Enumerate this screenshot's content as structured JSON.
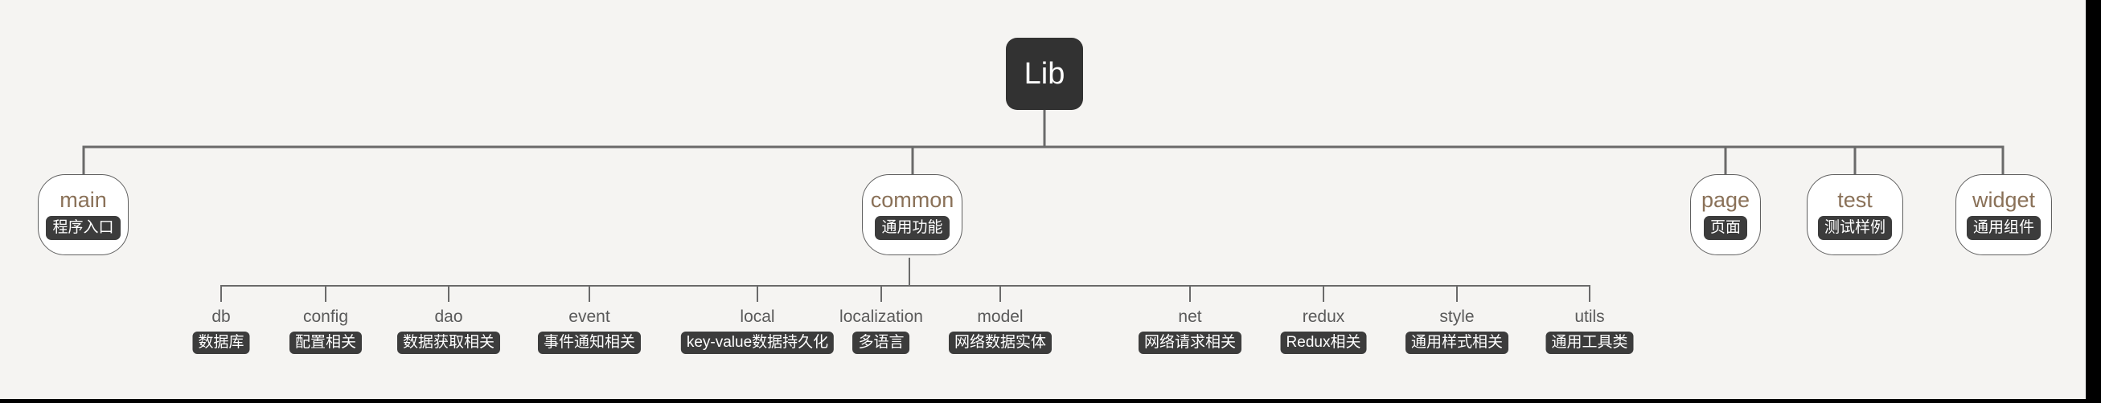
{
  "colors": {
    "background": "#f5f4f2",
    "connector": "#6a6a6a",
    "node_fill": "#ffffff",
    "node_border": "#606060",
    "node_label": "#8a7158",
    "child_label": "#5a5a5a",
    "badge_background": "#3c3c3c",
    "badge_text": "#ffffff",
    "root_background": "#323232",
    "root_text": "#fdfdfd"
  },
  "tree": {
    "root": {
      "label": "Lib"
    },
    "level1": [
      {
        "label": "main",
        "badge": "程序入口"
      },
      {
        "label": "common",
        "badge": "通用功能"
      },
      {
        "label": "page",
        "badge": "页面"
      },
      {
        "label": "test",
        "badge": "测试样例"
      },
      {
        "label": "widget",
        "badge": "通用组件"
      }
    ],
    "common_children": [
      {
        "label": "db",
        "badge": "数据库"
      },
      {
        "label": "config",
        "badge": "配置相关"
      },
      {
        "label": "dao",
        "badge": "数据获取相关"
      },
      {
        "label": "event",
        "badge": "事件通知相关"
      },
      {
        "label": "local",
        "badge": "key-value数据持久化"
      },
      {
        "label": "localization",
        "badge": "多语言"
      },
      {
        "label": "model",
        "badge": "网络数据实体"
      },
      {
        "label": "net",
        "badge": "网络请求相关"
      },
      {
        "label": "redux",
        "badge": "Redux相关"
      },
      {
        "label": "style",
        "badge": "通用样式相关"
      },
      {
        "label": "utils",
        "badge": "通用工具类"
      }
    ]
  }
}
